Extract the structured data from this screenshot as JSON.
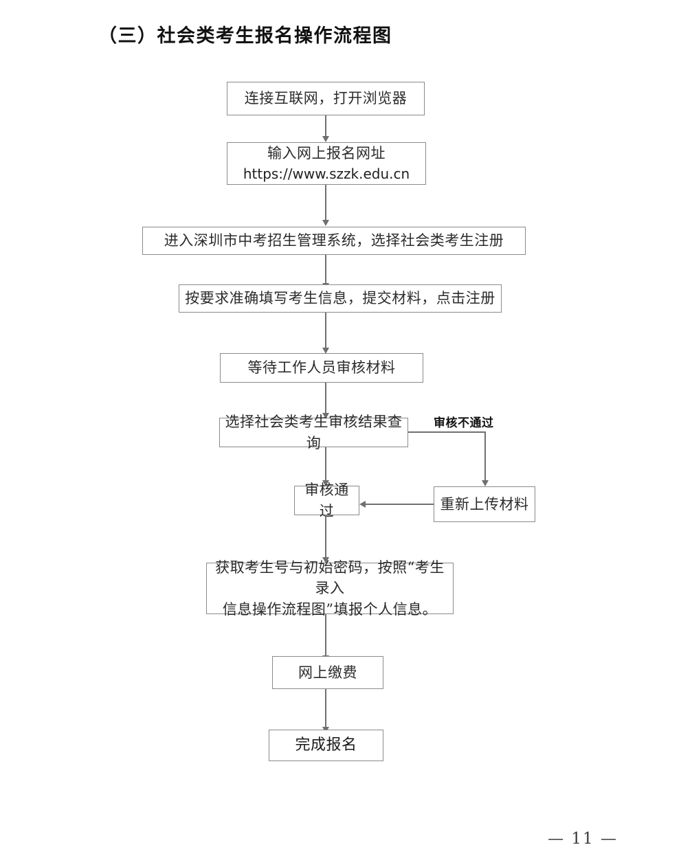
{
  "document": {
    "title": "（三）社会类考生报名操作流程图",
    "page_number": "— 11 —",
    "background_color": "#ffffff",
    "border_color": "#8a8a8a",
    "connector_color": "#6f6f6f"
  },
  "flowchart": {
    "type": "flowchart",
    "orientation": "top-to-bottom",
    "nodes": [
      {
        "id": "n1",
        "label": "连接互联网，打开浏览器"
      },
      {
        "id": "n2",
        "label": "输入网上报名网址",
        "label2": "https://www.szzk.edu.cn"
      },
      {
        "id": "n3",
        "label": "进入深圳市中考招生管理系统，选择社会类考生注册"
      },
      {
        "id": "n4",
        "label": "按要求准确填写考生信息，提交材料，点击注册"
      },
      {
        "id": "n5",
        "label": "等待工作人员审核材料"
      },
      {
        "id": "n6",
        "label": "选择社会类考生审核结果查询"
      },
      {
        "id": "n7",
        "label": "审核通过"
      },
      {
        "id": "n8",
        "label": "重新上传材料"
      },
      {
        "id": "n9",
        "label": "获取考生号与初始密码，按照“考生录入",
        "label2": "信息操作流程图”填报个人信息。"
      },
      {
        "id": "n10",
        "label": "网上缴费"
      },
      {
        "id": "n11",
        "label": "完成报名"
      }
    ],
    "edges": [
      {
        "from": "n1",
        "to": "n2",
        "label": ""
      },
      {
        "from": "n2",
        "to": "n3",
        "label": ""
      },
      {
        "from": "n3",
        "to": "n4",
        "label": ""
      },
      {
        "from": "n4",
        "to": "n5",
        "label": ""
      },
      {
        "from": "n5",
        "to": "n6",
        "label": ""
      },
      {
        "from": "n6",
        "to": "n7",
        "label": ""
      },
      {
        "from": "n6",
        "to": "n8",
        "label": "审核不通过"
      },
      {
        "from": "n8",
        "to": "n7",
        "label": ""
      },
      {
        "from": "n7",
        "to": "n9",
        "label": ""
      },
      {
        "from": "n9",
        "to": "n10",
        "label": ""
      },
      {
        "from": "n10",
        "to": "n11",
        "label": ""
      }
    ],
    "branch_labels": {
      "reject": "审核不通过"
    }
  }
}
